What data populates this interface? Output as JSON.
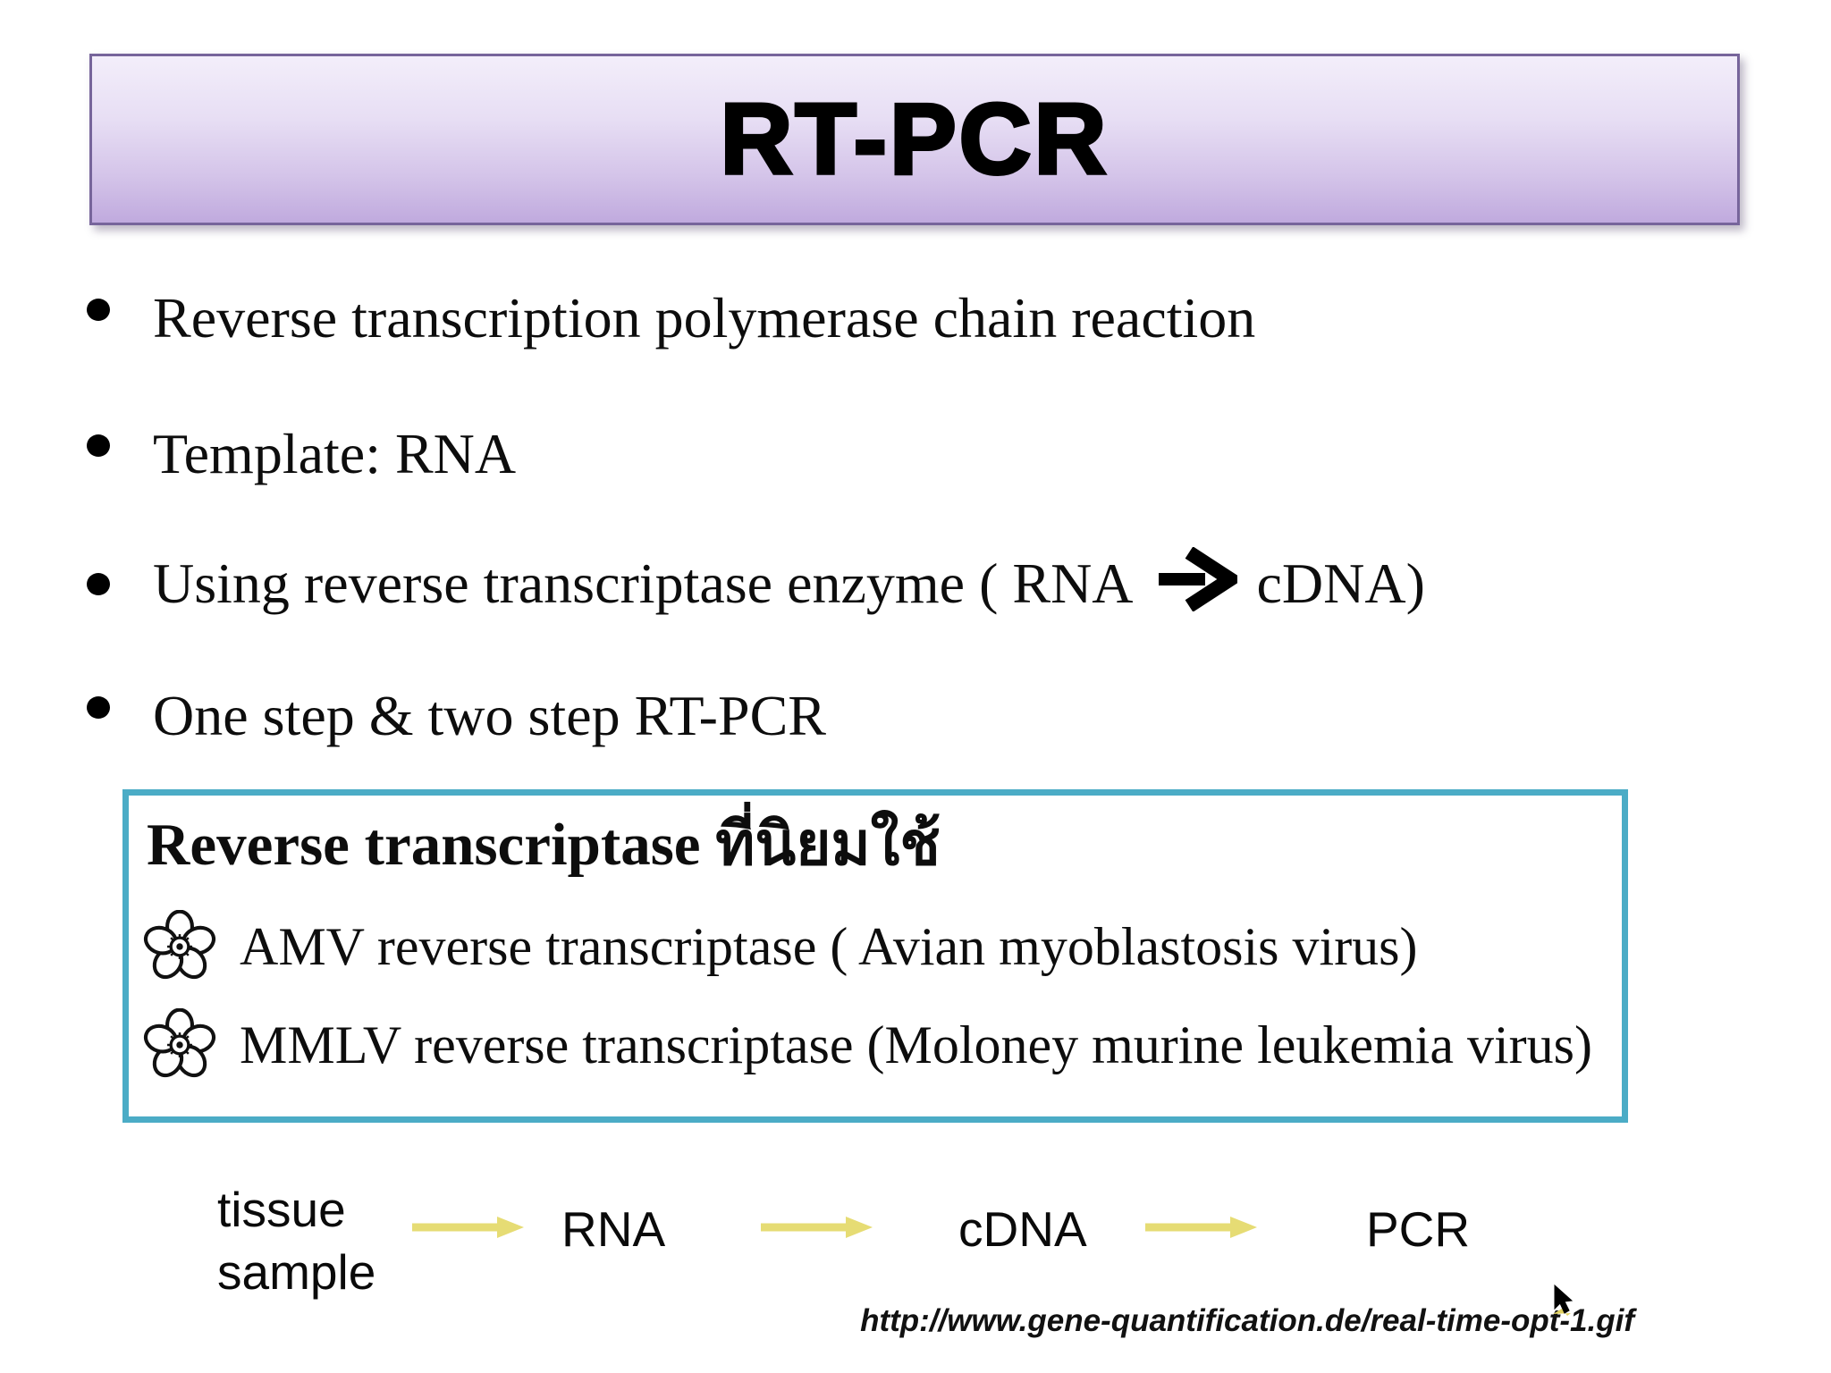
{
  "title": {
    "text": "RT-PCR"
  },
  "bullets": [
    {
      "text": "Reverse transcription polymerase chain reaction"
    },
    {
      "text": "Template: RNA"
    },
    {
      "before": "Using reverse transcriptase enzyme ( RNA",
      "after": "cDNA)"
    },
    {
      "text": "One step & two step RT-PCR"
    }
  ],
  "highlight_box": {
    "heading": "Reverse transcriptase ที่นิยมใช้",
    "items": [
      {
        "text": "AMV reverse transcriptase ( Avian myoblastosis virus)"
      },
      {
        "text": "MMLV reverse transcriptase (Moloney murine leukemia virus)"
      }
    ]
  },
  "flow": {
    "nodes": [
      "tissue\nsample",
      "RNA",
      "cDNA",
      "PCR"
    ]
  },
  "source": {
    "url": "http://www.gene-quantification.de/real-time-opt-1.gif"
  },
  "colors": {
    "banner_border": "#77659b",
    "banner_gradient_top": "#f3eefa",
    "banner_gradient_bottom": "#c0aade",
    "highlight_border": "#4bacc6",
    "flow_arrow": "#e6dc74",
    "text": "#0d0d0d"
  }
}
